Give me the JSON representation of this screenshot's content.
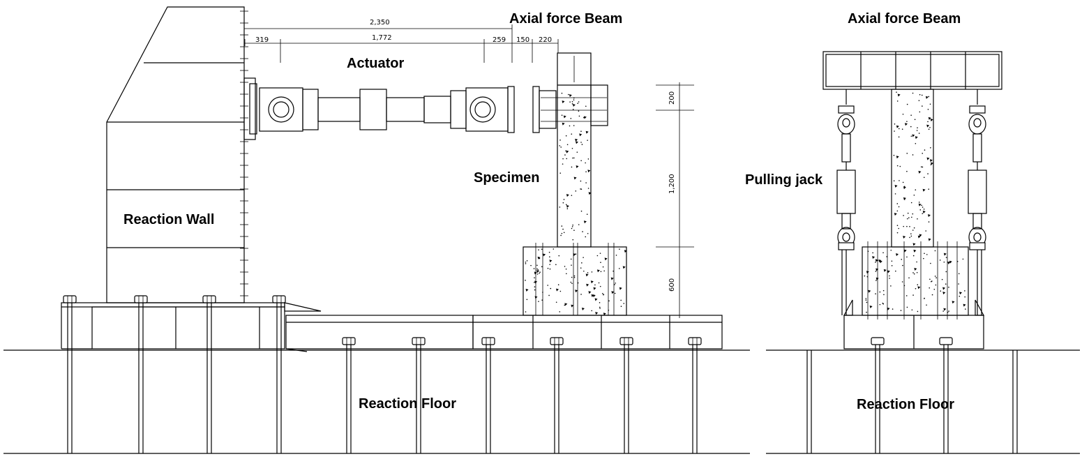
{
  "labels": {
    "axial_beam_left": "Axial force Beam",
    "axial_beam_right": "Axial force Beam",
    "actuator": "Actuator",
    "specimen": "Specimen",
    "reaction_wall": "Reaction Wall",
    "reaction_floor_left": "Reaction Floor",
    "reaction_floor_right": "Reaction Floor",
    "pulling_jack": "Pulling jack"
  },
  "dimensions": {
    "top_total": "2,350",
    "d319": "319",
    "d1772": "1,772",
    "d259": "259",
    "d150": "150",
    "d220": "220",
    "v200": "200",
    "v1200": "1,200",
    "v600": "600"
  }
}
